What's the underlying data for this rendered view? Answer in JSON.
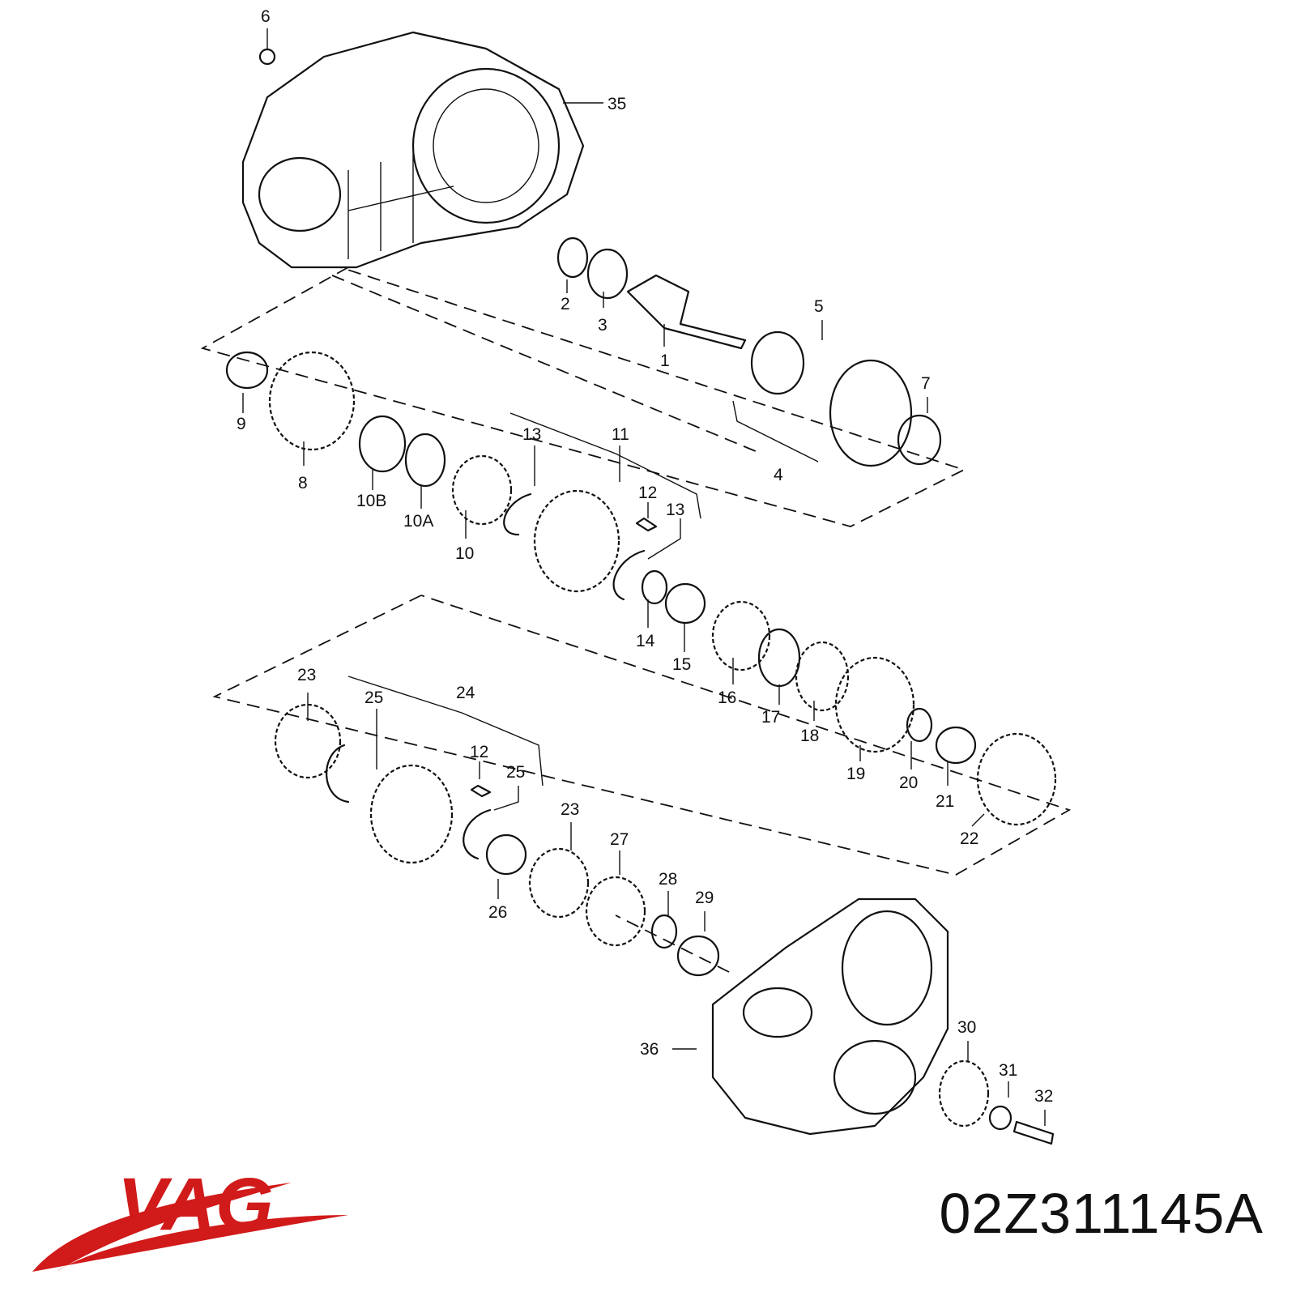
{
  "brand": {
    "logo_text": "VAG",
    "logo_color": "#d11a1a"
  },
  "part_number": "02Z311145A",
  "callouts": {
    "c6": "6",
    "c35": "35",
    "c2": "2",
    "c3": "3",
    "c1": "1",
    "c5": "5",
    "c7": "7",
    "c4": "4",
    "c9": "9",
    "c8": "8",
    "c10B": "10B",
    "c10A": "10A",
    "c10": "10",
    "c13a": "13",
    "c11": "11",
    "c12a": "12",
    "c13b": "13",
    "c14": "14",
    "c15": "15",
    "c16": "16",
    "c17": "17",
    "c18": "18",
    "c19": "19",
    "c20": "20",
    "c21": "21",
    "c22": "22",
    "c23a": "23",
    "c25a": "25",
    "c24": "24",
    "c12b": "12",
    "c25b": "25",
    "c26": "26",
    "c23b": "23",
    "c27": "27",
    "c28": "28",
    "c29": "29",
    "c30": "30",
    "c31": "31",
    "c32": "32",
    "c36": "36"
  }
}
